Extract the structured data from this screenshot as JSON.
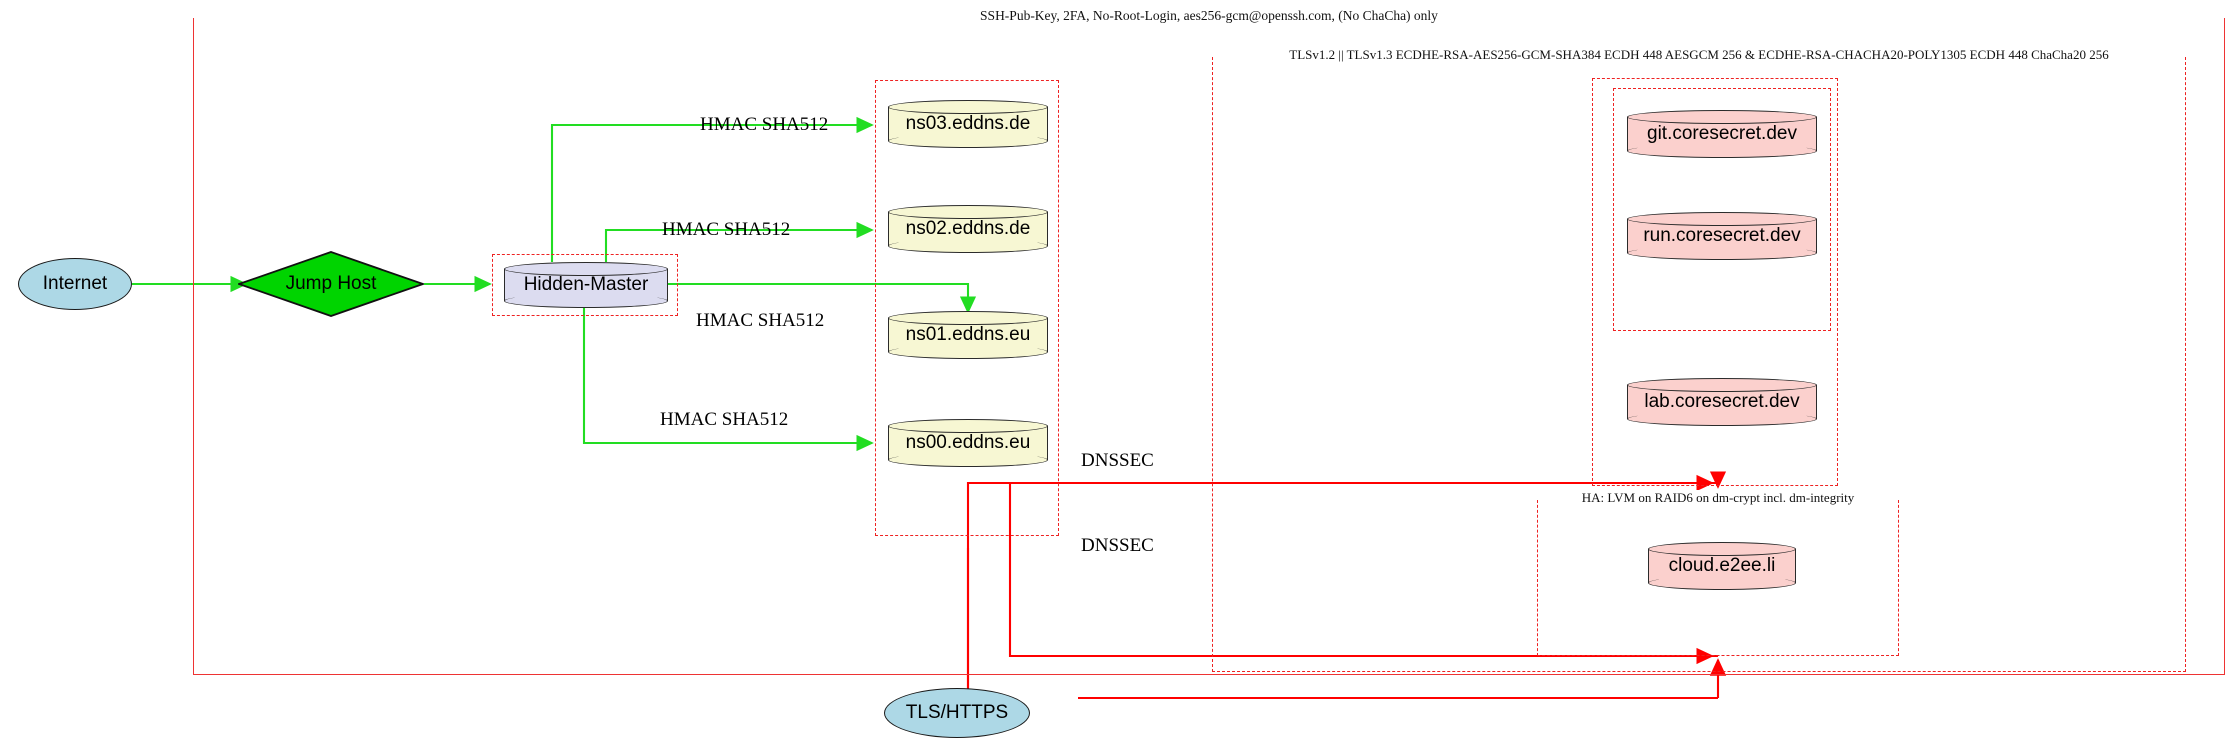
{
  "diagram": {
    "title_outer": "SSH-Pub-Key, 2FA, No-Root-Login, aes256-gcm@openssh.com, (No ChaCha) only",
    "clusters": [
      {
        "name": "ssh-policy-frame",
        "label": "SSH-Pub-Key, 2FA, No-Root-Login, aes256-gcm@openssh.com, (No ChaCha) only"
      },
      {
        "name": "tls-policy-cluster",
        "label": "TLSv1.2 || TLSv1.3 ECDHE-RSA-AES256-GCM-SHA384 ECDH 448 AESGCM 256 & ECDHE-RSA-CHACHA20-POLY1305 ECDH 448 ChaCha20 256"
      },
      {
        "name": "ha-storage-cluster",
        "label": "HA: LVM on RAID6 on dm-crypt incl. dm-integrity"
      },
      {
        "name": "hidden-master-cluster",
        "label": ""
      },
      {
        "name": "dns-secondaries-cluster",
        "label": ""
      },
      {
        "name": "coresecret-outer-cluster",
        "label": ""
      },
      {
        "name": "coresecret-inner-cluster",
        "label": ""
      }
    ],
    "nodes": {
      "internet": "Internet",
      "jump_host": "Jump Host",
      "hidden_master": "Hidden-Master",
      "tls_https": "TLS/HTTPS",
      "ns03": "ns03.eddns.de",
      "ns02": "ns02.eddns.de",
      "ns01": "ns01.eddns.eu",
      "ns00": "ns00.eddns.eu",
      "git": "git.coresecret.dev",
      "run": "run.coresecret.dev",
      "lab": "lab.coresecret.dev",
      "cloud": "cloud.e2ee.li"
    },
    "edge_labels": {
      "hmac_ns03": "HMAC SHA512",
      "hmac_ns02": "HMAC SHA512",
      "hmac_ns01": "HMAC SHA512",
      "hmac_ns00": "HMAC SHA512",
      "dnssec_upper": "DNSSEC",
      "dnssec_lower": "DNSSEC"
    },
    "colors": {
      "frame_red": "#ee3333",
      "dashed_red": "#ee2222",
      "edge_green": "#22dd22",
      "edge_red": "#ff0000",
      "ellipse_fill": "#add8e6",
      "diamond_fill": "#00d400",
      "cylinder_yellow": "#f7f7d3",
      "cylinder_pink": "#fbd0cd",
      "hidden_master_fill": "#dcdcf0"
    }
  }
}
